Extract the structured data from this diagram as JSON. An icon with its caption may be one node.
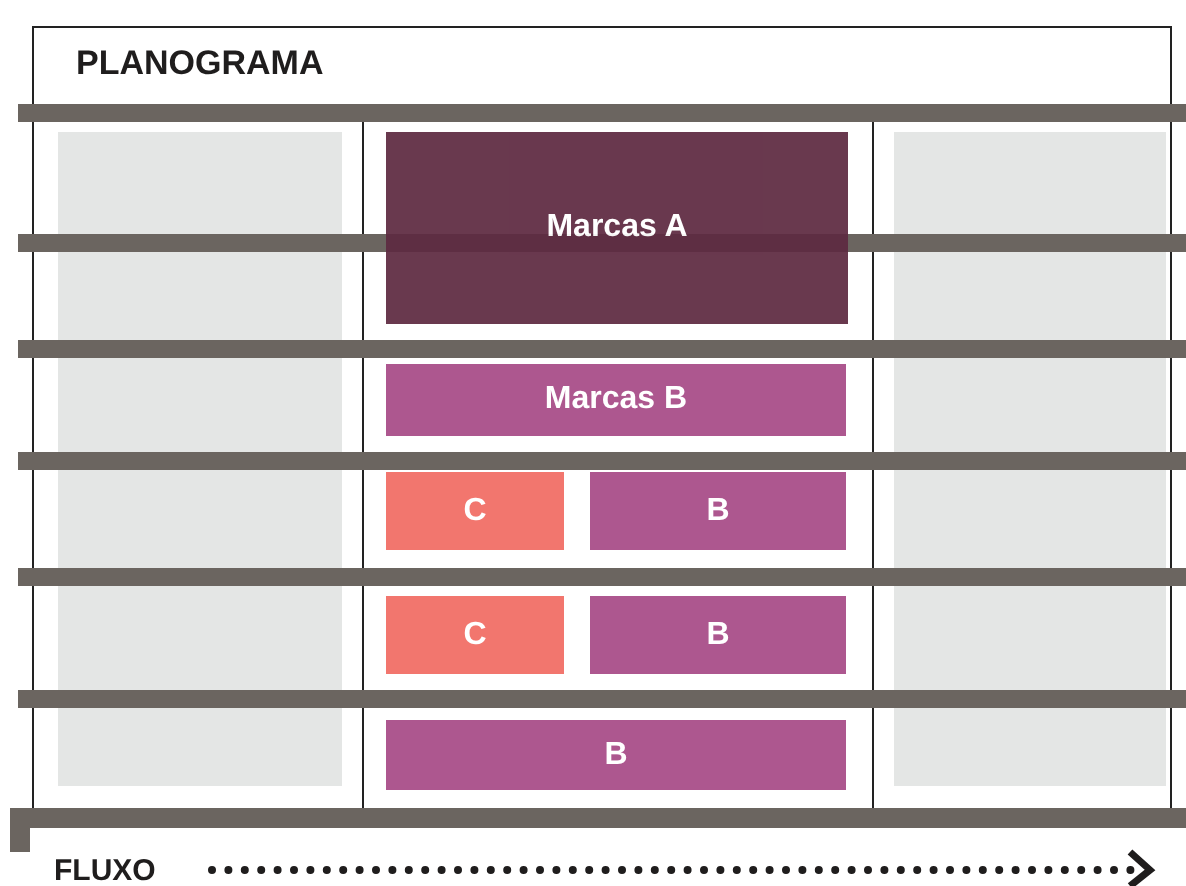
{
  "diagram": {
    "title": "PLANOGRAMA",
    "nodes": [
      {
        "text": [],
        "shape": "box"
      },
      {
        "text": [
          "Marcas A"
        ]
      },
      {
        "text": [
          "Marcas B"
        ]
      },
      {
        "text": [
          "C"
        ]
      },
      {
        "text": [
          "B"
        ]
      },
      {
        "text": [
          "C"
        ]
      },
      {
        "text": [
          "B"
        ]
      },
      {
        "text": [
          "B"
        ]
      },
      {
        "text": [],
        "shape": "box"
      }
    ],
    "labels": [
      "FLUXO"
    ]
  }
}
